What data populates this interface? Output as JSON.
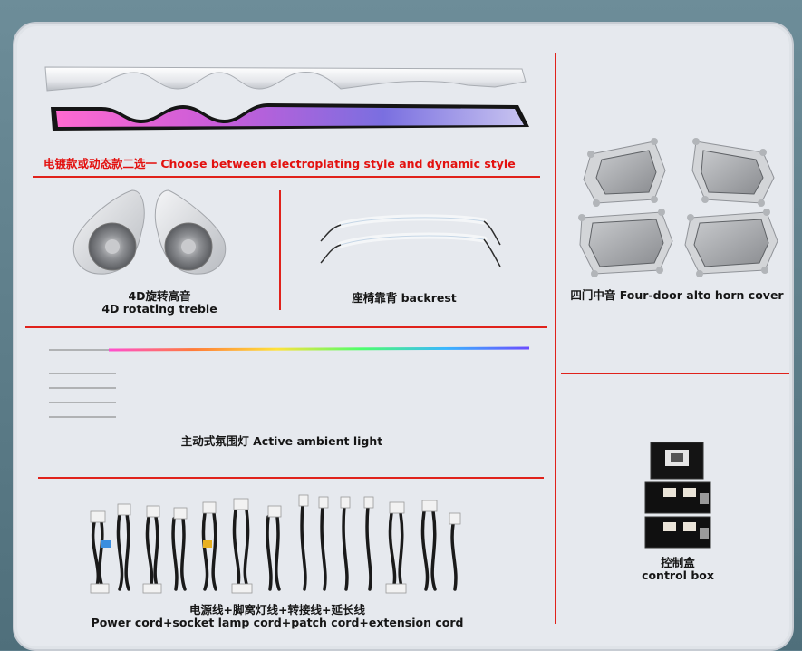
{
  "captions": {
    "style_choice": "电镀款或动态款二选一 Choose between electroplating style and dynamic style",
    "treble_cn": "4D旋转高音",
    "treble_en": "4D rotating treble",
    "backrest": "座椅靠背 backrest",
    "horn_cover": "四门中音 Four-door alto horn cover",
    "ambient": "主动式氛围灯 Active ambient light",
    "control_cn": "控制盒",
    "control_en": "control box",
    "cords_cn": "电源线+脚窝灯线+转接线+延长线",
    "cords_en": "Power cord+socket lamp cord+patch cord+extension cord"
  },
  "colors": {
    "divider": "#e0221b",
    "caption_accent": "#e3110f",
    "panel_bg": "#e6e9ee"
  },
  "icons": [
    "dashboard-trim-silver",
    "dashboard-trim-dynamic",
    "rotating-tweeter",
    "backrest-light-strip",
    "door-speaker-cover",
    "ambient-light-strip",
    "wiring-harness",
    "control-box"
  ]
}
